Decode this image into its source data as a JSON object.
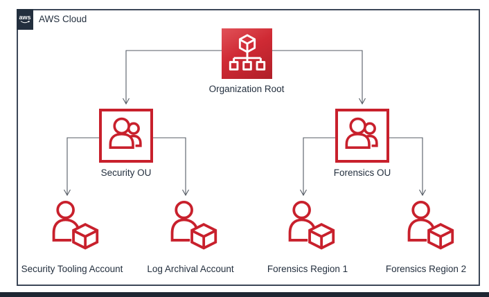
{
  "cloud": {
    "logo_text": "aws",
    "label": "AWS Cloud"
  },
  "nodes": {
    "root": {
      "label": "Organization Root",
      "icon": "aws-organizations-icon"
    },
    "security_ou": {
      "label": "Security OU",
      "icon": "organizational-unit-icon"
    },
    "forensics_ou": {
      "label": "Forensics OU",
      "icon": "organizational-unit-icon"
    },
    "accounts": [
      {
        "label": "Security Tooling Account",
        "icon": "account-resource-icon"
      },
      {
        "label": "Log Archival Account",
        "icon": "account-resource-icon"
      },
      {
        "label": "Forensics Region 1",
        "icon": "account-resource-icon"
      },
      {
        "label": "Forensics Region 2",
        "icon": "account-resource-icon"
      }
    ]
  },
  "edges": [
    {
      "from": "Organization Root",
      "to": "Security OU"
    },
    {
      "from": "Organization Root",
      "to": "Forensics OU"
    },
    {
      "from": "Security OU",
      "to": "Security Tooling Account"
    },
    {
      "from": "Security OU",
      "to": "Log Archival Account"
    },
    {
      "from": "Forensics OU",
      "to": "Forensics Region 1"
    },
    {
      "from": "Forensics OU",
      "to": "Forensics Region 2"
    }
  ],
  "colors": {
    "icon_red": "#c8202c",
    "root_gradient_start": "#e15158",
    "root_gradient_end": "#b01f29",
    "aws_dark_navy": "#232F3E",
    "connector_gray": "#545B64",
    "text": "#232F3E"
  }
}
